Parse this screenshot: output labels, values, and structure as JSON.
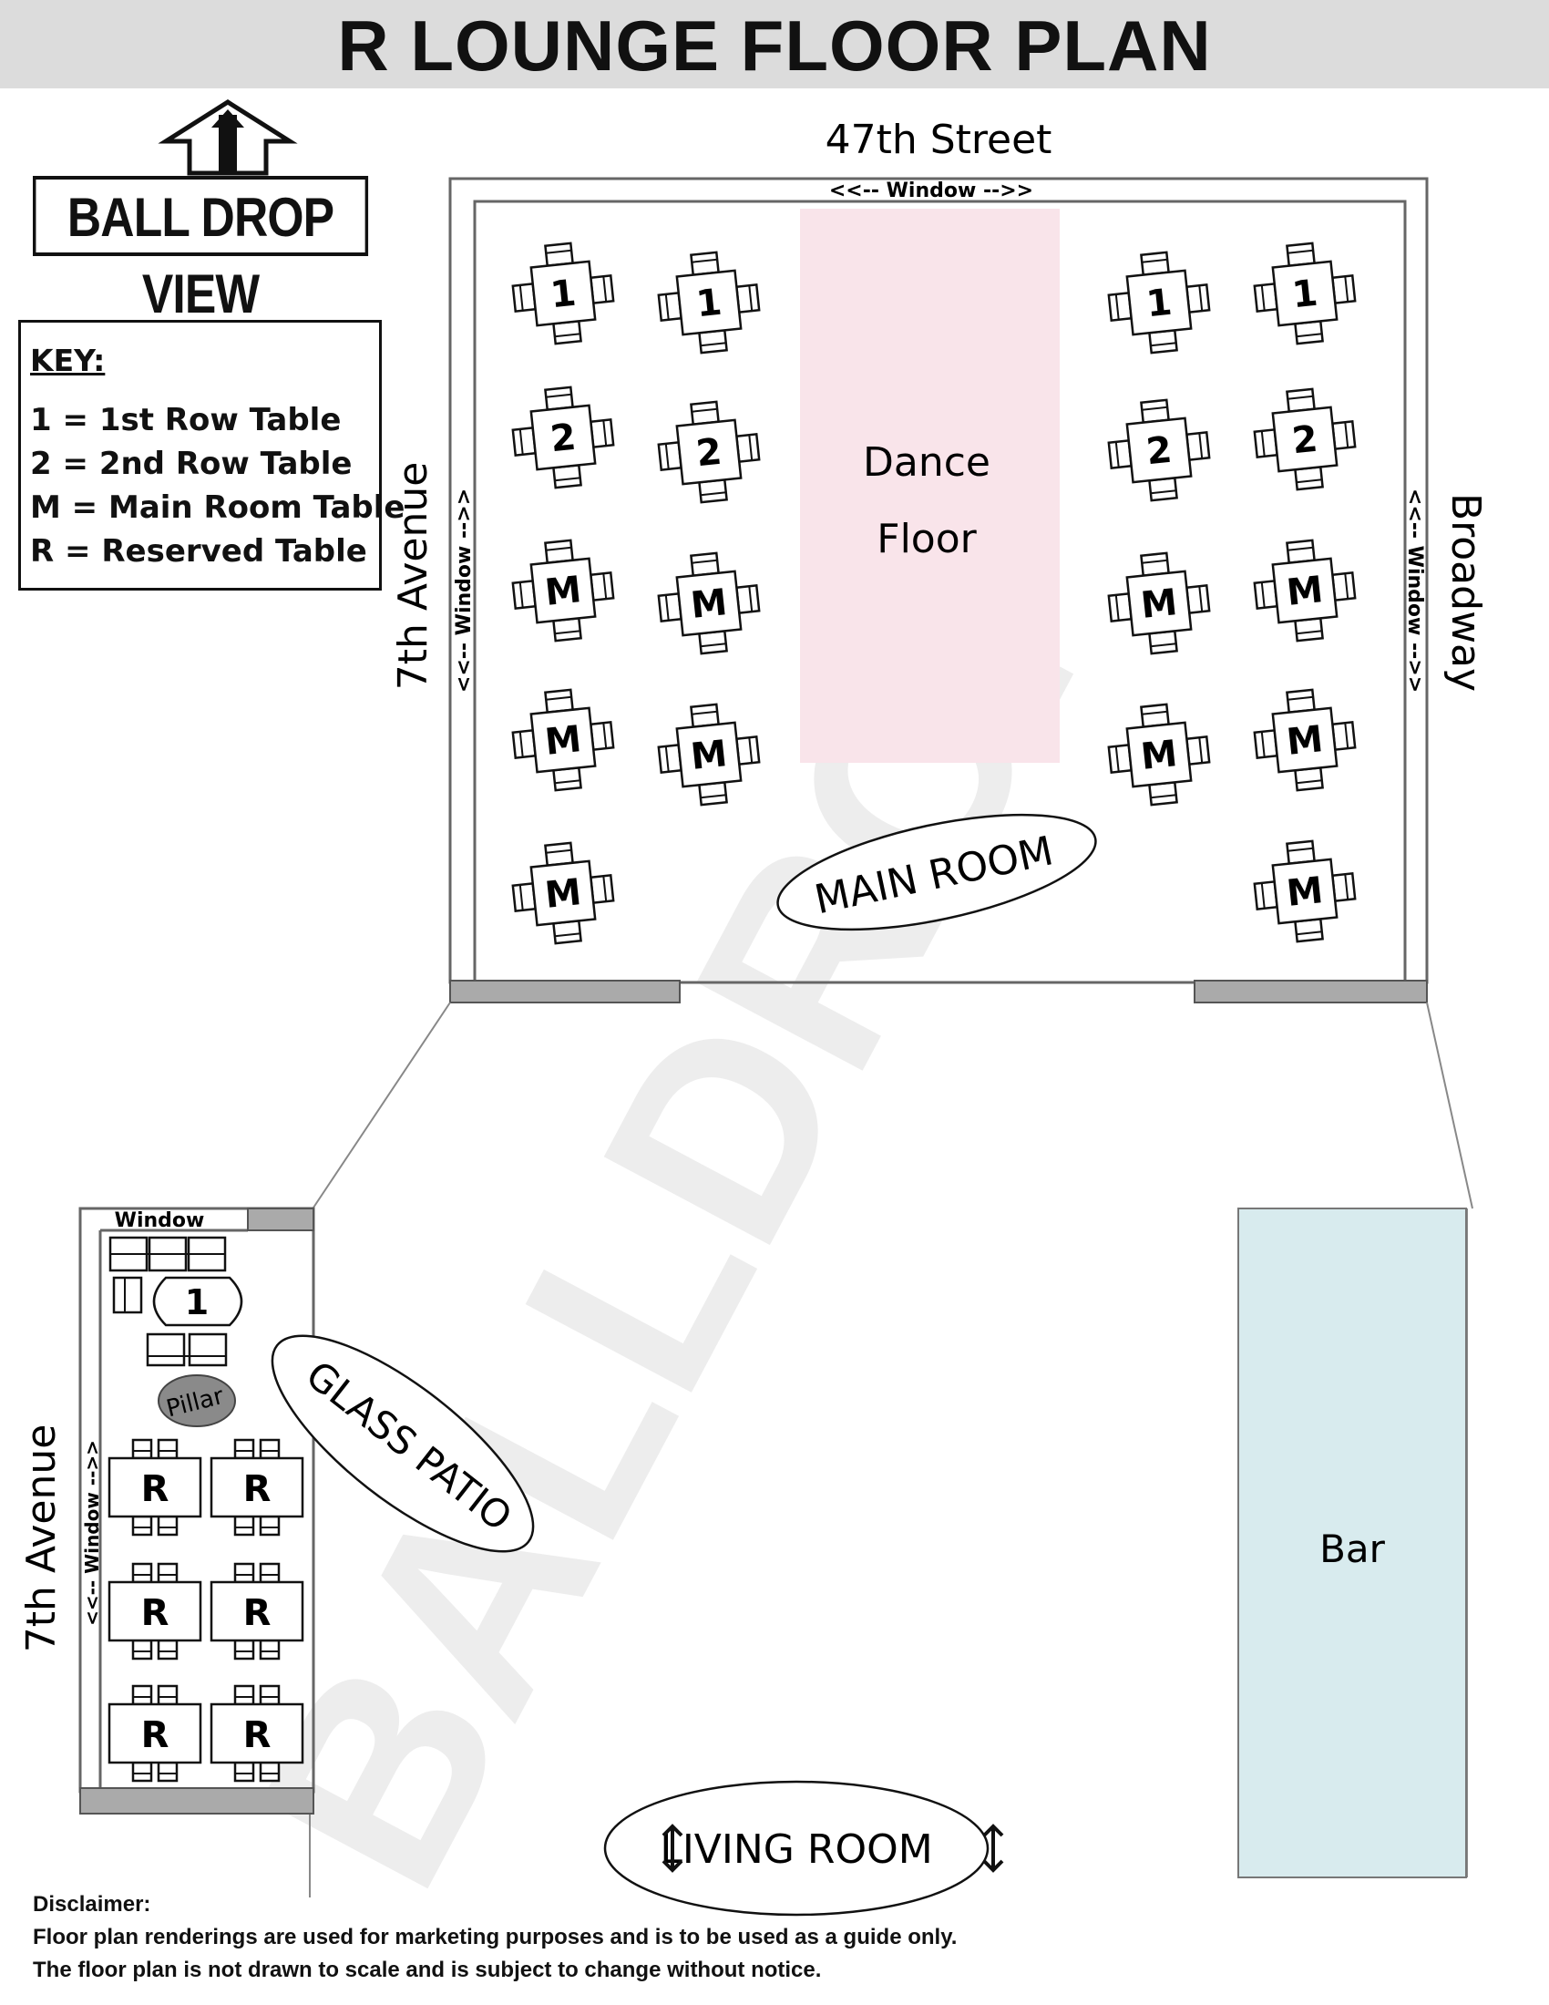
{
  "title": "R LOUNGE FLOOR PLAN",
  "view_label": "BALL DROP VIEW",
  "key": {
    "title": "KEY:",
    "items": [
      "1 = 1st Row Table",
      "2 = 2nd Row Table",
      "M = Main Room Table",
      "R = Reserved Table"
    ]
  },
  "streets": {
    "top": "47th Street",
    "left_main": "7th Avenue",
    "right": "Broadway",
    "left_patio": "7th Avenue"
  },
  "windows": {
    "top": "<<-- Window -->>",
    "left": "<<-- Window -->>",
    "right": "<<-- Window -->>",
    "patio_top": "Window",
    "patio_left": "<<-- Window -->>"
  },
  "areas": {
    "dance_floor": [
      "Dance",
      "Floor"
    ],
    "main_room": "MAIN ROOM",
    "glass_patio": "GLASS PATIO",
    "living_room": "LIVING ROOM",
    "bar": "Bar",
    "pillar": "Pillar"
  },
  "main_room_tables": {
    "left_col_a": [
      "1",
      "2",
      "M",
      "M",
      "M"
    ],
    "left_col_b": [
      "1",
      "2",
      "M",
      "M"
    ],
    "right_col_a": [
      "1",
      "2",
      "M",
      "M"
    ],
    "right_col_b": [
      "1",
      "2",
      "M",
      "M",
      "M"
    ]
  },
  "patio_tables": {
    "first_row": "1",
    "reserved": [
      "R",
      "R",
      "R",
      "R",
      "R",
      "R"
    ]
  },
  "watermark": "BALLDROP",
  "disclaimer": [
    "Disclaimer:",
    "Floor plan renderings are used for marketing purposes and is to be used as a guide only.",
    "The floor plan is not drawn to scale and is subject to change without notice."
  ],
  "colors": {
    "title_bar": "#dcdcdc",
    "dance_floor": "#f9e4ea",
    "bar": "#d8ebee",
    "wall_dark": "#aaaaaa",
    "pillar": "#8a8a8a"
  }
}
